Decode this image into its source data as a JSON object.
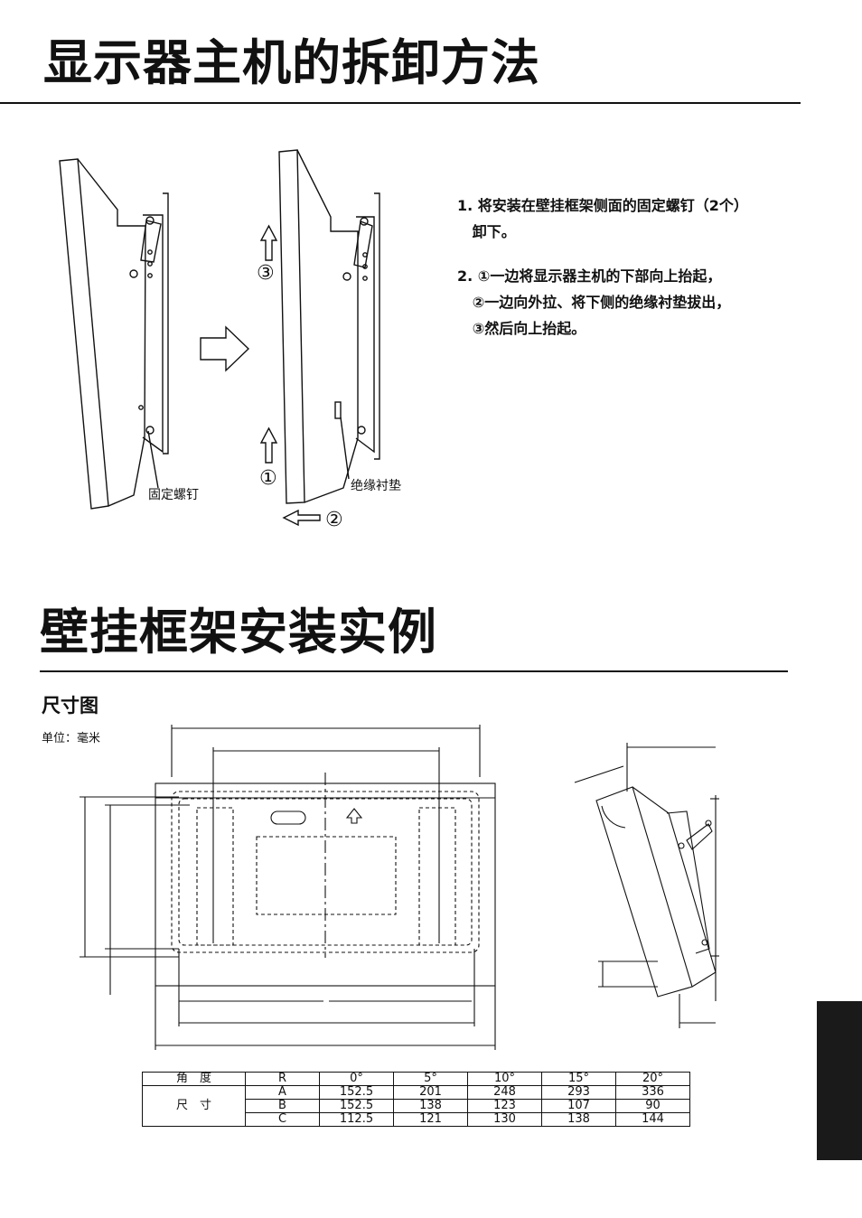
{
  "section1": {
    "title": "显示器主机的拆卸方法"
  },
  "instructions": {
    "step1_line1": "1. 将安装在壁挂框架侧面的固定螺钉（2个）",
    "step1_line2": "   卸下。",
    "step2_line1": "2. ①一边将显示器主机的下部向上抬起，",
    "step2_line2": "   ②一边向外拉、将下侧的绝缘衬垫拔出，",
    "step2_line3": "   ③然后向上抬起。"
  },
  "figure1": {
    "screw_label": "固定螺钉",
    "pad_label": "绝缘衬垫",
    "marker1": "①",
    "marker2": "②",
    "marker3": "③"
  },
  "section2": {
    "title": "壁挂框架安装实例"
  },
  "dimensions": {
    "subtitle": "尺寸图",
    "unit": "单位：毫米"
  },
  "spec_table": {
    "header_angle": "角　度",
    "header_R": "R",
    "angles": [
      "0°",
      "5°",
      "10°",
      "15°",
      "20°"
    ],
    "dim_label": "尺　寸",
    "rows": [
      {
        "key": "A",
        "values": [
          "152.5",
          "201",
          "248",
          "293",
          "336"
        ]
      },
      {
        "key": "B",
        "values": [
          "152.5",
          "138",
          "123",
          "107",
          "90"
        ]
      },
      {
        "key": "C",
        "values": [
          "112.5",
          "121",
          "130",
          "138",
          "144"
        ]
      }
    ]
  }
}
